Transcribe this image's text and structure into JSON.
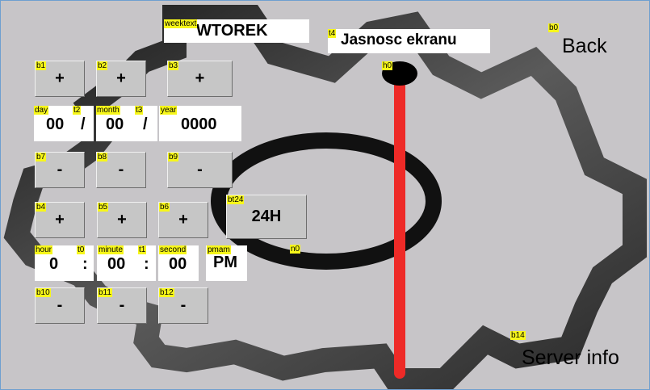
{
  "weekday": {
    "tag": "weektext",
    "value": "WTOREK"
  },
  "brightness": {
    "tag": "t4",
    "label": "Jasnosc ekranu",
    "slider_tag": "h0",
    "level": 1.0
  },
  "back": {
    "tag": "b0",
    "label": "Back"
  },
  "server_info": {
    "tag": "b14",
    "label": "Server info"
  },
  "date": {
    "day": {
      "tag": "day",
      "value": "00"
    },
    "sep1": {
      "tag": "t2",
      "value": "/"
    },
    "month": {
      "tag": "month",
      "value": "00"
    },
    "sep2": {
      "tag": "t3",
      "value": "/"
    },
    "year": {
      "tag": "year",
      "value": "0000"
    },
    "plus_buttons": [
      {
        "tag": "b1",
        "label": "+"
      },
      {
        "tag": "b2",
        "label": "+"
      },
      {
        "tag": "b3",
        "label": "+"
      }
    ],
    "minus_buttons": [
      {
        "tag": "b7",
        "label": "-"
      },
      {
        "tag": "b8",
        "label": "-"
      },
      {
        "tag": "b9",
        "label": "-"
      }
    ]
  },
  "time": {
    "hour": {
      "tag": "hour",
      "value": "0"
    },
    "sep1": {
      "tag": "t0",
      "value": ":"
    },
    "minute": {
      "tag": "minute",
      "value": "00"
    },
    "sep2": {
      "tag": "t1",
      "value": ":"
    },
    "second": {
      "tag": "second",
      "value": "00"
    },
    "ampm": {
      "tag": "pmam",
      "value": "PM"
    },
    "plus_buttons": [
      {
        "tag": "b4",
        "label": "+"
      },
      {
        "tag": "b5",
        "label": "+"
      },
      {
        "tag": "b6",
        "label": "+"
      }
    ],
    "minus_buttons": [
      {
        "tag": "b10",
        "label": "-"
      },
      {
        "tag": "b11",
        "label": "-"
      },
      {
        "tag": "b12",
        "label": "-"
      }
    ]
  },
  "format_button": {
    "tag": "bt24",
    "label": "24H"
  },
  "misc_tag": "n0",
  "colors": {
    "background": "#c7c5c8",
    "slider": "#ee2a27",
    "tag": "#f7f71a"
  }
}
